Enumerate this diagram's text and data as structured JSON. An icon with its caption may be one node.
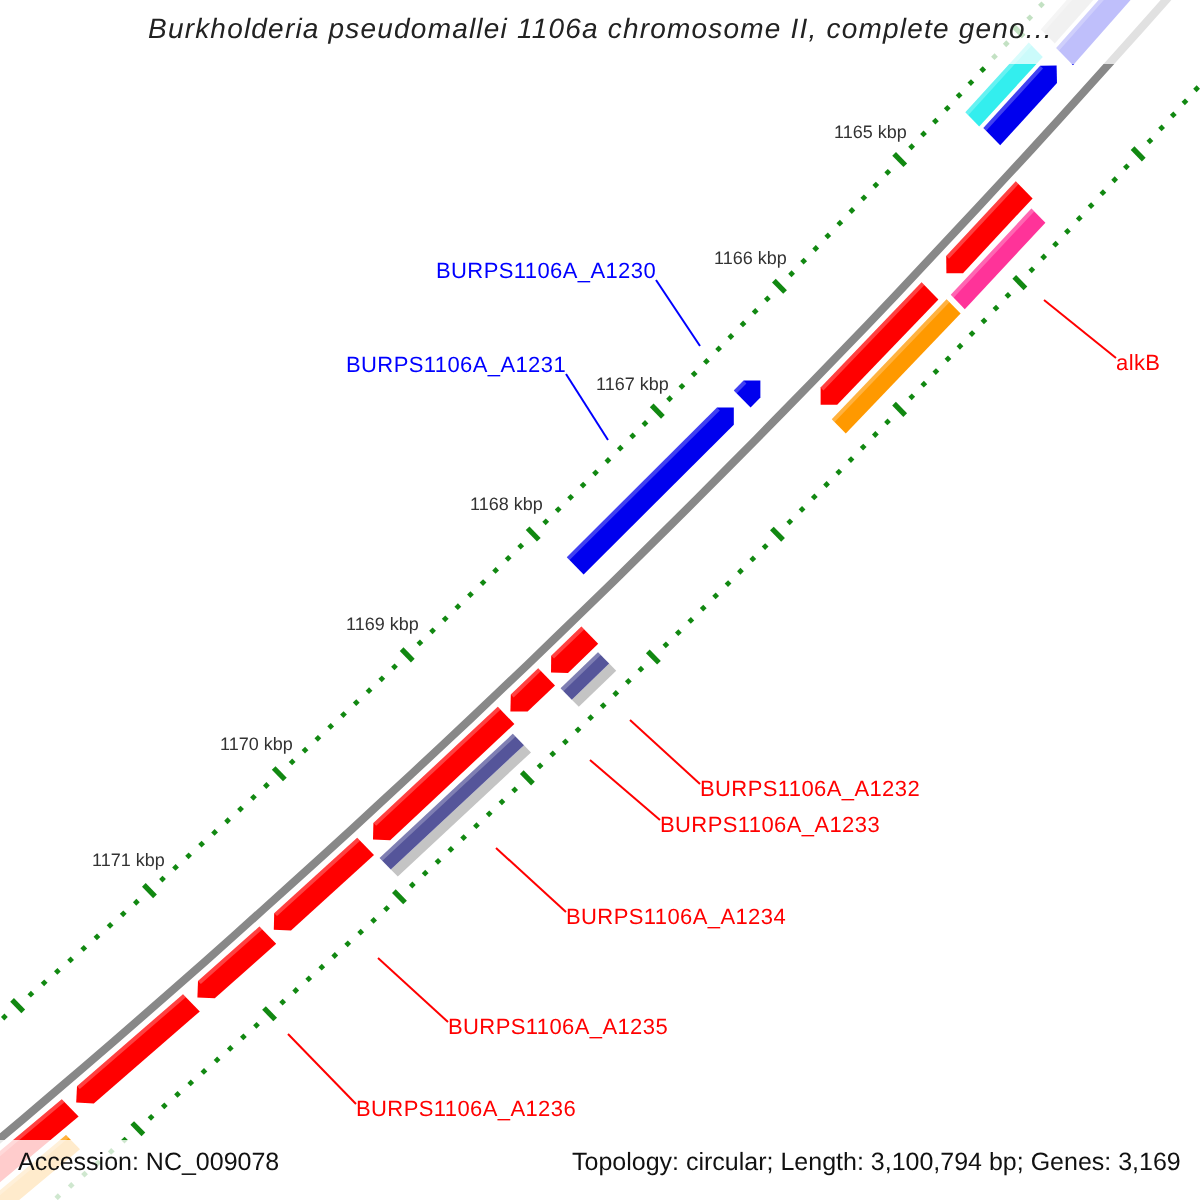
{
  "diagram": {
    "title": "Burkholderia pseudomallei 1106a chromosome II, complete geno...",
    "nodes": [
      {
        "text": [
          "BURPS1106A_A1230"
        ]
      },
      {
        "text": [
          "BURPS1106A_A1231"
        ]
      },
      {
        "text": [
          "alkB"
        ]
      },
      {
        "text": [
          "BURPS1106A_A1232"
        ]
      },
      {
        "text": [
          "BURPS1106A_A1233"
        ]
      },
      {
        "text": [
          "BURPS1106A_A1234"
        ]
      },
      {
        "text": [
          "BURPS1106A_A1235"
        ]
      },
      {
        "text": [
          "BURPS1106A_A1236"
        ]
      }
    ],
    "edges": [
      {
        "from": 0,
        "to": null,
        "arrow": "none",
        "color": "#0000ff"
      },
      {
        "from": 1,
        "to": null,
        "arrow": "none",
        "color": "#0000ff"
      },
      {
        "from": 2,
        "to": null,
        "arrow": "none"
      },
      {
        "from": 3,
        "to": null,
        "arrow": "none"
      },
      {
        "from": 4,
        "to": null,
        "arrow": "none"
      },
      {
        "from": 5,
        "to": null,
        "arrow": "none"
      },
      {
        "from": 6,
        "to": null,
        "arrow": "none"
      },
      {
        "from": 7,
        "to": null,
        "arrow": "none"
      }
    ],
    "labels": [
      "1165 kbp",
      "1166 kbp",
      "1167 kbp",
      "1168 kbp",
      "1169 kbp",
      "1170 kbp",
      "1171 kbp",
      "Accession: NC_009078",
      "Topology: circular; Length: 3,100,794 bp; Genes: 3,169"
    ]
  }
}
